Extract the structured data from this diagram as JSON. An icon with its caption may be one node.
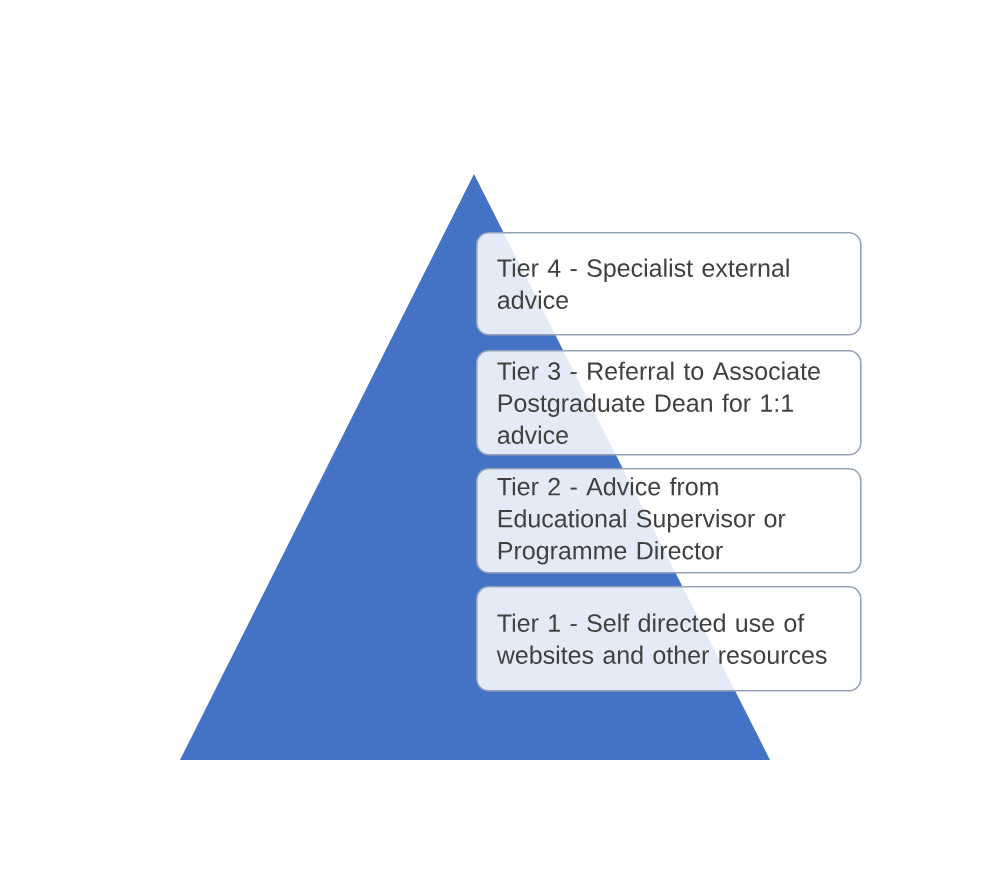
{
  "diagram": {
    "nodes": [
      {
        "text": [
          "Tier 4 - Specialist external advice"
        ]
      },
      {
        "text": [
          "Tier 3 - Referral to Associate Postgraduate Dean for 1:1 advice"
        ]
      },
      {
        "text": [
          "Tier 2 - Advice from Educational Supervisor or Programme Director"
        ]
      },
      {
        "text": [
          "Tier 1 - Self directed use of websites and other resources"
        ]
      }
    ]
  }
}
